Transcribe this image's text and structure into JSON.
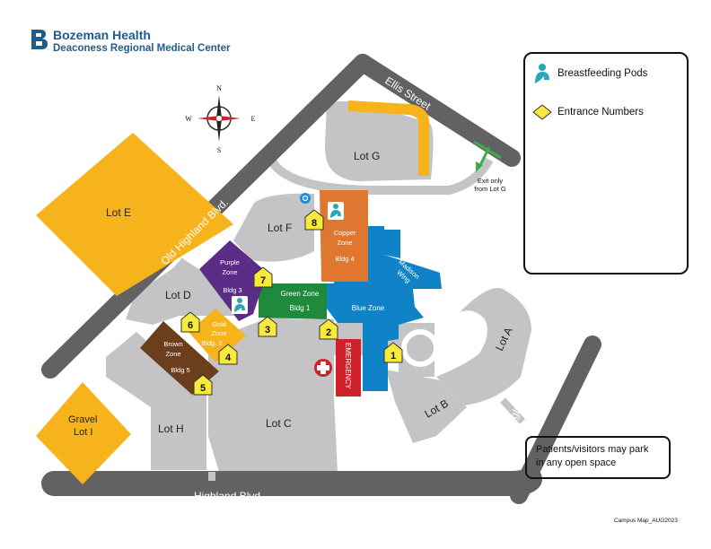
{
  "brand": {
    "name": "Bozeman Health",
    "facility": "Deaconess Regional Medical Center"
  },
  "legend": {
    "breastfeeding_pods": "Breastfeeding Pods",
    "entrance_numbers": "Entrance Numbers"
  },
  "compass": {
    "north": "N",
    "south": "S",
    "east": "E",
    "west": "W"
  },
  "streets": {
    "ellis": "Ellis Street",
    "old_highland": "Old Highland Blvd.",
    "highland_right": "Highland Blvd.",
    "highland_bottom": "Highland Blvd."
  },
  "lots": {
    "lot_a": "Lot A",
    "lot_b": "Lot B",
    "lot_c": "Lot C",
    "lot_d": "Lot D",
    "lot_e": "Lot E",
    "lot_f": "Lot F",
    "lot_g": "Lot G",
    "lot_h": "Lot H",
    "gravel_line1": "Gravel",
    "gravel_line2": "Lot I"
  },
  "zones": {
    "copper": {
      "line1": "Copper",
      "line2": "Zone",
      "bldg": "Bldg 4"
    },
    "purple": {
      "line1": "Purple",
      "line2": "Zone",
      "bldg": "Bldg 3"
    },
    "green": {
      "name": "Green Zone",
      "bldg": "Bldg 1"
    },
    "blue": {
      "name": "Blue Zone"
    },
    "gold": {
      "line1": "Gold",
      "line2": "Zone",
      "bldg": "Bldg. 2"
    },
    "brown": {
      "line1": "Brown",
      "line2": "Zone",
      "bldg": "Bldg 5"
    },
    "madison": {
      "line1": "Madison",
      "line2": "Wing"
    },
    "emergency": "EMERGENCY"
  },
  "entrances": [
    "1",
    "2",
    "3",
    "4",
    "5",
    "6",
    "7",
    "8"
  ],
  "exit_note": {
    "line1": "Exit only",
    "line2": "from Lot G"
  },
  "notice": {
    "line1": "Patients/visitors may park",
    "line2": "in any open space"
  },
  "credit": "Campus Map_AUG2023",
  "colors": {
    "road": "#626262",
    "paved": "#c4c4c6",
    "lot_yellow": "#f6b31b",
    "copper": "#e07731",
    "purple": "#5b2d86",
    "green": "#1f8a3c",
    "blue": "#1082c7",
    "gold": "#f6b31b",
    "brown": "#6b3f1e",
    "emergency": "#d0212a",
    "teal": "#2aa6b8",
    "brand": "#1f5c8c"
  },
  "icons": [
    "breastfeeding-pod-icon",
    "entrance-marker-icon",
    "compass-rose-icon",
    "emergency-cross-icon",
    "accessible-parking-icon",
    "exit-arrow-icon"
  ]
}
